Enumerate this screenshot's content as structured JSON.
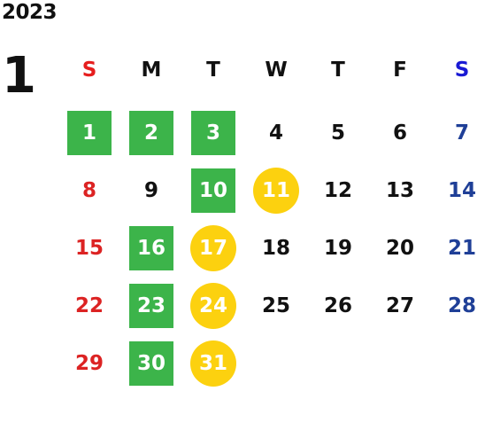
{
  "calendar": {
    "year": "2023",
    "month": "1",
    "weekdays": [
      "S",
      "M",
      "T",
      "W",
      "T",
      "F",
      "S"
    ],
    "start_offset": 0,
    "days": [
      {
        "label": "1",
        "mark": "green"
      },
      {
        "label": "2",
        "mark": "green"
      },
      {
        "label": "3",
        "mark": "green"
      },
      {
        "label": "4",
        "mark": "none"
      },
      {
        "label": "5",
        "mark": "none"
      },
      {
        "label": "6",
        "mark": "none"
      },
      {
        "label": "7",
        "mark": "none"
      },
      {
        "label": "8",
        "mark": "none"
      },
      {
        "label": "9",
        "mark": "none"
      },
      {
        "label": "10",
        "mark": "green"
      },
      {
        "label": "11",
        "mark": "yellow"
      },
      {
        "label": "12",
        "mark": "none"
      },
      {
        "label": "13",
        "mark": "none"
      },
      {
        "label": "14",
        "mark": "none"
      },
      {
        "label": "15",
        "mark": "none"
      },
      {
        "label": "16",
        "mark": "green"
      },
      {
        "label": "17",
        "mark": "yellow"
      },
      {
        "label": "18",
        "mark": "none"
      },
      {
        "label": "19",
        "mark": "none"
      },
      {
        "label": "20",
        "mark": "none"
      },
      {
        "label": "21",
        "mark": "none"
      },
      {
        "label": "22",
        "mark": "none"
      },
      {
        "label": "23",
        "mark": "green"
      },
      {
        "label": "24",
        "mark": "yellow"
      },
      {
        "label": "25",
        "mark": "none"
      },
      {
        "label": "26",
        "mark": "none"
      },
      {
        "label": "27",
        "mark": "none"
      },
      {
        "label": "28",
        "mark": "none"
      },
      {
        "label": "29",
        "mark": "none"
      },
      {
        "label": "30",
        "mark": "green"
      },
      {
        "label": "31",
        "mark": "yellow"
      }
    ]
  },
  "colors": {
    "green_mark": "#3cb44a",
    "yellow_mark": "#fcd10f",
    "sunday_text": "#dc2323",
    "saturday_text": "#1f3f97",
    "sunday_header": "#e61e1e",
    "saturday_header": "#1a1ad4"
  }
}
